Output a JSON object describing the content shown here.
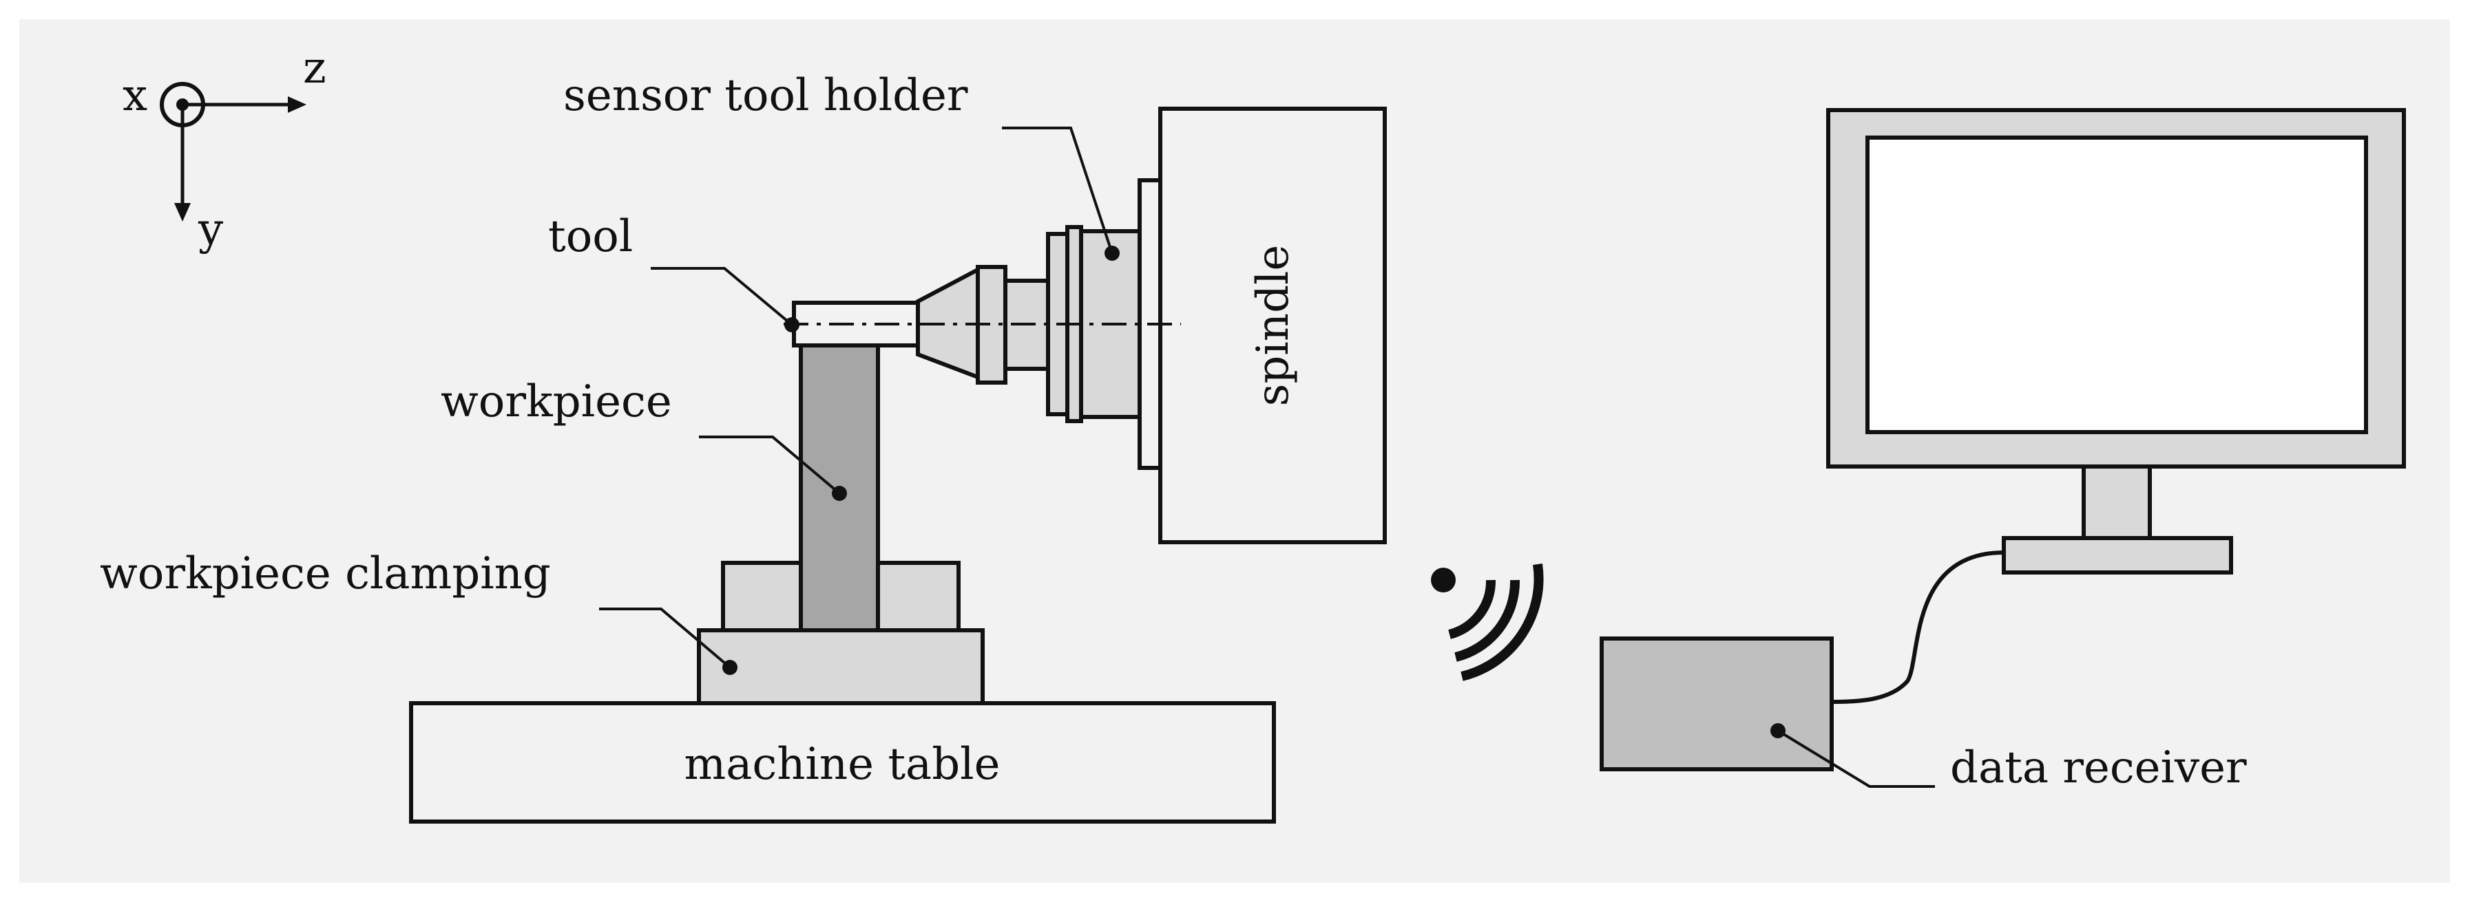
{
  "axes": {
    "x": "x",
    "y": "y",
    "z": "z"
  },
  "labels": {
    "sensor_tool_holder": "sensor tool holder",
    "tool": "tool",
    "workpiece": "workpiece",
    "workpiece_clamping": "workpiece clamping",
    "machine_table": "machine table",
    "spindle": "spindle",
    "data_receiver": "data receiver"
  },
  "colors": {
    "background": "#f2f2f2",
    "light_part": "#d9d9d9",
    "workpiece": "#a6a6a6",
    "receiver": "#bfbfbf",
    "screen": "#ffffff",
    "line": "#111111"
  },
  "icons": [
    "coordinate-axes-icon",
    "wireless-signal-icon",
    "monitor-icon"
  ]
}
